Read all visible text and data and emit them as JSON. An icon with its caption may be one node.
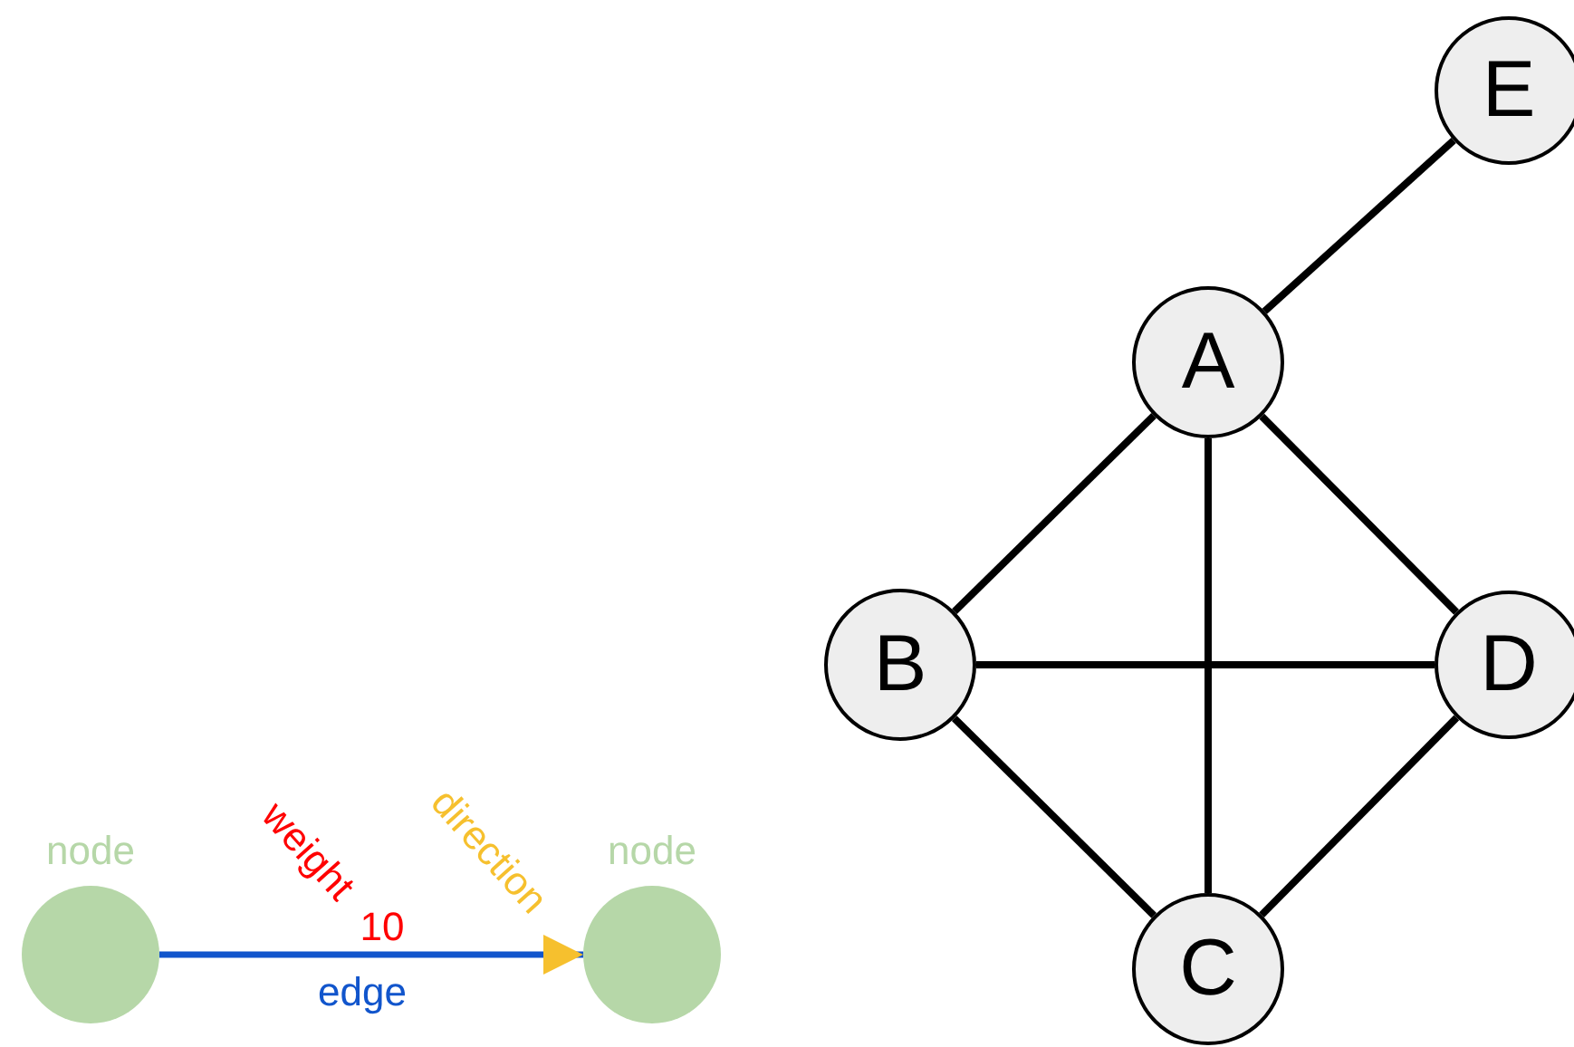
{
  "diagram": {
    "nodes": [
      {
        "text": [
          "E"
        ]
      },
      {
        "text": [
          "A"
        ]
      },
      {
        "text": [
          "B"
        ]
      },
      {
        "text": [
          "D"
        ]
      },
      {
        "text": [
          "C"
        ]
      },
      {
        "text": [],
        "shape": "circle",
        "beside": [
          "node"
        ]
      },
      {
        "text": [],
        "shape": "circle",
        "beside": [
          "node"
        ]
      }
    ],
    "edges": [
      {
        "from": 1,
        "to": 0,
        "arrow": "none"
      },
      {
        "from": 1,
        "to": 2,
        "arrow": "none"
      },
      {
        "from": 1,
        "to": 3,
        "arrow": "none"
      },
      {
        "from": 1,
        "to": 4,
        "arrow": "none"
      },
      {
        "from": 2,
        "to": 3,
        "arrow": "none"
      },
      {
        "from": 2,
        "to": 4,
        "arrow": "none"
      },
      {
        "from": 3,
        "to": 4,
        "arrow": "none"
      },
      {
        "from": 5,
        "to": 6,
        "arrow": "to",
        "label": "10",
        "color": "#1155cc"
      }
    ],
    "labels": [
      "weight",
      "direction",
      "edge"
    ]
  }
}
